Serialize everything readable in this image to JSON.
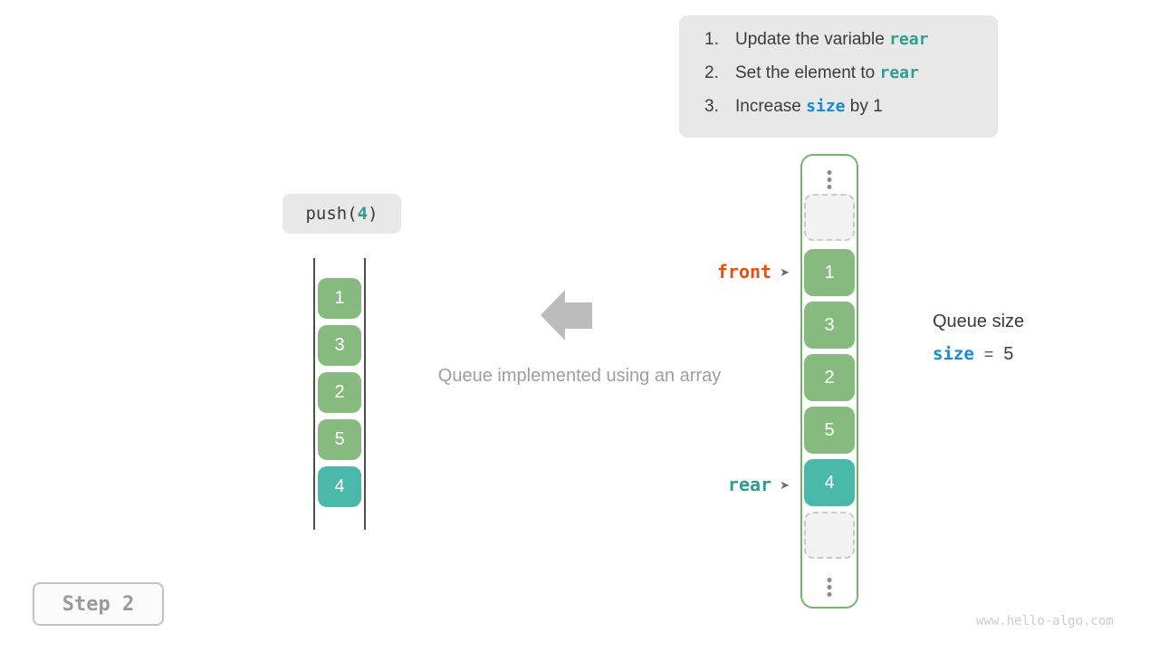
{
  "instructions": {
    "items": [
      {
        "num": "1.",
        "pre": "Update the variable ",
        "code": "rear",
        "post": ""
      },
      {
        "num": "2.",
        "pre": "Set the element to ",
        "code": "rear",
        "post": ""
      },
      {
        "num": "3.",
        "pre": "Increase ",
        "code": "size",
        "post": " by 1"
      }
    ]
  },
  "operation": {
    "prefix": "push(",
    "arg": "4",
    "suffix": ")"
  },
  "left_queue": {
    "cells": [
      "1",
      "3",
      "2",
      "5",
      "4"
    ]
  },
  "caption": "Queue implemented using an array",
  "pointers": {
    "front_label": "front",
    "rear_label": "rear",
    "arrow_glyph": "➤"
  },
  "array": {
    "cells": [
      "1",
      "3",
      "2",
      "5",
      "4"
    ]
  },
  "queue_size": {
    "title": "Queue size",
    "var": "size",
    "eq": "=",
    "value": "5"
  },
  "step": {
    "label": "Step 2"
  },
  "watermark": "www.hello-algo.com",
  "icons": {
    "ellipsis": "vertical-dots",
    "pointer_arrow": "right-arrowhead",
    "direction_arrow": "left-arrow"
  },
  "colors": {
    "cell_green": "#87ba7f",
    "cell_teal": "#4ab9ac",
    "code_teal": "#2f9e8e",
    "code_blue": "#1389e0",
    "front_orange": "#e5520e",
    "panel_gray": "#e8e8e8",
    "arrow_gray": "#bcbcbc",
    "array_border_green": "#74b56e"
  }
}
